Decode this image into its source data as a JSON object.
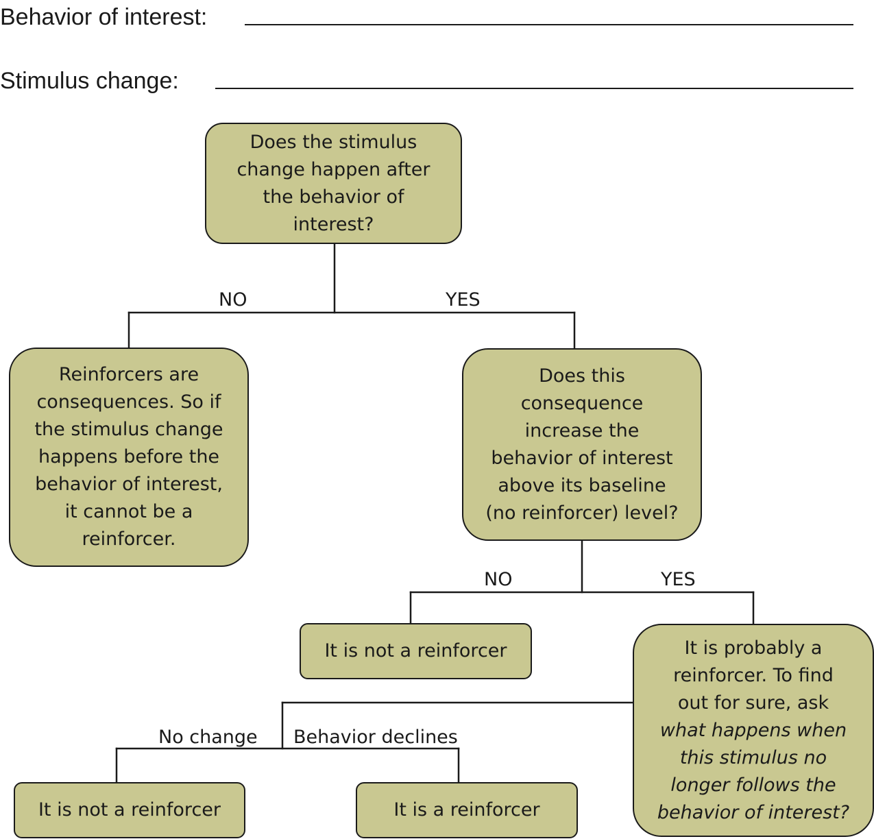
{
  "worksheet": {
    "behavior_label": "Behavior of interest:",
    "stimulus_label": "Stimulus change:"
  },
  "flowchart": {
    "q1": {
      "lines": [
        "Does the stimulus",
        "change happen after",
        "the behavior of",
        "interest?"
      ]
    },
    "q1_no_label": "NO",
    "q1_yes_label": "YES",
    "not_consequence": {
      "lines": [
        "Reinforcers are",
        "consequences. So if",
        "the stimulus change",
        "happens before the",
        "behavior of interest,",
        "it cannot be a",
        "reinforcer."
      ]
    },
    "q2": {
      "lines": [
        "Does this",
        "consequence",
        "increase the",
        "behavior of interest",
        "above its baseline",
        "(no reinforcer) level?"
      ]
    },
    "q2_no_label": "NO",
    "q2_yes_label": "YES",
    "not_reinforcer_1": "It is not a reinforcer",
    "probably": {
      "lines": [
        "It is probably a",
        "reinforcer. To find",
        "out for sure, ask"
      ],
      "question_lines": [
        "what happens when",
        "this stimulus no",
        "longer follows the",
        "behavior of interest?"
      ]
    },
    "no_change_label": "No change",
    "declines_label": "Behavior declines",
    "not_reinforcer_2": "It is not a reinforcer",
    "is_reinforcer": "It is a reinforcer",
    "colors": {
      "node_fill": "#c9c891",
      "stroke": "#1a1a1a"
    }
  }
}
